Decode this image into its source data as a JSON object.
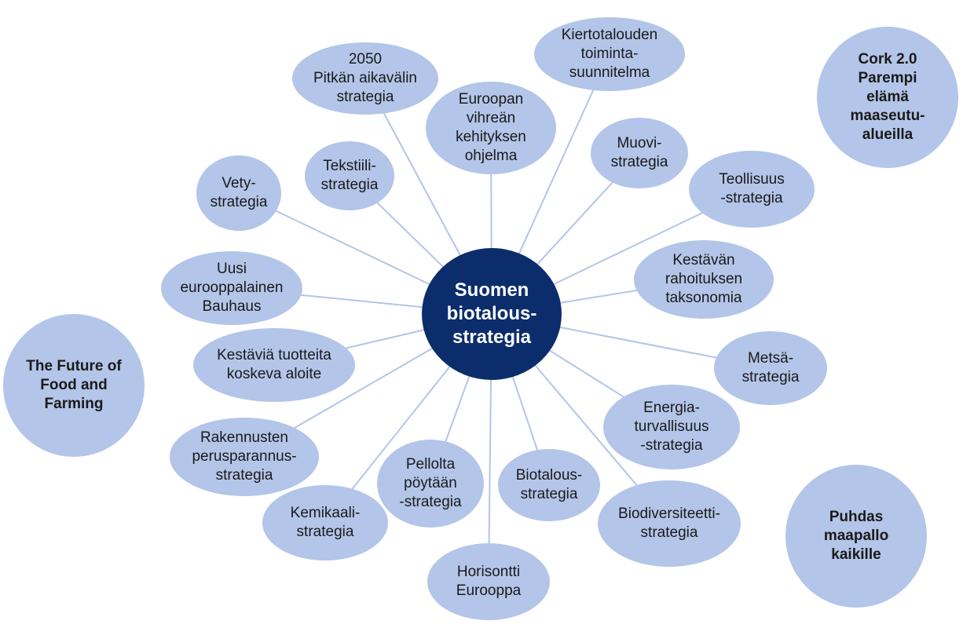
{
  "diagram": {
    "hub": {
      "label": "Suomen\nbiotalous-\nstrategia"
    },
    "spokes": [
      {
        "id": "2050",
        "label": "2050\nPitkän aikavälin\nstrategia"
      },
      {
        "id": "kiertotalous",
        "label": "Kiertotalouden\ntoiminta-\nsuunnitelma"
      },
      {
        "id": "vihrea",
        "label": "Euroopan\nvihreän\nkehityksen\nohjelma"
      },
      {
        "id": "tekstiili",
        "label": "Tekstiili-\nstrategia"
      },
      {
        "id": "muovi",
        "label": "Muovi-\nstrategia"
      },
      {
        "id": "vety",
        "label": "Vety-\nstrategia"
      },
      {
        "id": "teollisuus",
        "label": "Teollisuus\n-strategia"
      },
      {
        "id": "bauhaus",
        "label": "Uusi\neurooppalainen\nBauhaus"
      },
      {
        "id": "rahoitus",
        "label": "Kestävän\nrahoituksen\ntaksonomia"
      },
      {
        "id": "tuotteet",
        "label": "Kestäviä tuotteita\nkoskeva aloite"
      },
      {
        "id": "metsa",
        "label": "Metsä-\nstrategia"
      },
      {
        "id": "energia",
        "label": "Energia-\nturvallisuus\n-strategia"
      },
      {
        "id": "rakennukset",
        "label": "Rakennusten\nperusparannus-\nstrategia"
      },
      {
        "id": "pellolta",
        "label": "Pellolta\npöytään\n-strategia"
      },
      {
        "id": "biotalous",
        "label": "Biotalous-\nstrategia"
      },
      {
        "id": "kemikaali",
        "label": "Kemikaali-\nstrategia"
      },
      {
        "id": "biodiversiteetti",
        "label": "Biodiversiteetti-\nstrategia"
      },
      {
        "id": "horisontti",
        "label": "Horisontti\nEurooppa"
      }
    ],
    "standalone": [
      {
        "id": "cork",
        "label": "Cork 2.0\nParempi\nelämä\nmaaseutu-\nalueilla"
      },
      {
        "id": "future-food",
        "label": "The Future of\nFood and\nFarming"
      },
      {
        "id": "puhdas",
        "label": "Puhdas\nmaapallo\nkaikille"
      }
    ],
    "colors": {
      "node": "#b3c5e8",
      "hub": "#0c2d6b",
      "link": "#b3c5e8"
    }
  }
}
